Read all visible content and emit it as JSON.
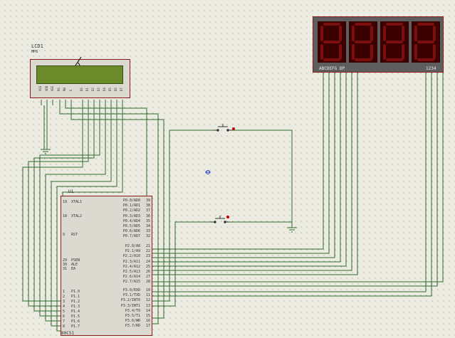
{
  "lcd": {
    "ref": "LCD1",
    "model": "MP8",
    "pins_left": [
      "VSS",
      "VDD",
      "VEE",
      "RS",
      "RW",
      "E"
    ],
    "pins_data": [
      "D0",
      "D1",
      "D2",
      "D3",
      "D4",
      "D5",
      "D6",
      "D7"
    ]
  },
  "display": {
    "pins_left": "ABCDEFG DP",
    "pins_right": "1234"
  },
  "mcu": {
    "ref": "U1",
    "part": "80C51",
    "left_pins": [
      {
        "num": "19",
        "name": "XTAL1"
      },
      {
        "num": "18",
        "name": "XTAL2"
      },
      {
        "num": "9",
        "name": "RST"
      },
      {
        "num": "29",
        "name": "PSEN"
      },
      {
        "num": "30",
        "name": "ALE"
      },
      {
        "num": "31",
        "name": "EA"
      },
      {
        "num": "1",
        "name": "P1.0"
      },
      {
        "num": "2",
        "name": "P1.1"
      },
      {
        "num": "3",
        "name": "P1.2"
      },
      {
        "num": "4",
        "name": "P1.3"
      },
      {
        "num": "5",
        "name": "P1.4"
      },
      {
        "num": "6",
        "name": "P1.5"
      },
      {
        "num": "7",
        "name": "P1.6"
      },
      {
        "num": "8",
        "name": "P1.7"
      }
    ],
    "right_pins": [
      {
        "num": "39",
        "name": "P0.0/AD0"
      },
      {
        "num": "38",
        "name": "P0.1/AD1"
      },
      {
        "num": "37",
        "name": "P0.2/AD2"
      },
      {
        "num": "36",
        "name": "P0.3/AD3"
      },
      {
        "num": "35",
        "name": "P0.4/AD4"
      },
      {
        "num": "34",
        "name": "P0.5/AD5"
      },
      {
        "num": "33",
        "name": "P0.6/AD6"
      },
      {
        "num": "32",
        "name": "P0.7/AD7"
      },
      {
        "num": "21",
        "name": "P2.0/A8"
      },
      {
        "num": "22",
        "name": "P2.1/A9"
      },
      {
        "num": "23",
        "name": "P2.2/A10"
      },
      {
        "num": "24",
        "name": "P2.3/A11"
      },
      {
        "num": "25",
        "name": "P2.4/A12"
      },
      {
        "num": "26",
        "name": "P2.5/A13"
      },
      {
        "num": "27",
        "name": "P2.6/A14"
      },
      {
        "num": "28",
        "name": "P2.7/A15"
      },
      {
        "num": "10",
        "name": "P3.0/RXD"
      },
      {
        "num": "11",
        "name": "P3.1/TXD"
      },
      {
        "num": "12",
        "name": "P3.2/INT0"
      },
      {
        "num": "13",
        "name": "P3.3/INT1"
      },
      {
        "num": "14",
        "name": "P3.4/T0"
      },
      {
        "num": "15",
        "name": "P3.5/T1"
      },
      {
        "num": "16",
        "name": "P3.6/WR"
      },
      {
        "num": "17",
        "name": "P3.7/RD"
      }
    ]
  },
  "colors": {
    "wire": "#2f6b2f",
    "component_border": "#8c1a1a",
    "lcd_screen": "#6b8a2a",
    "display_body": "#5e5e5e",
    "segment_off": "#7a0d0d",
    "marker": "#c00000"
  }
}
